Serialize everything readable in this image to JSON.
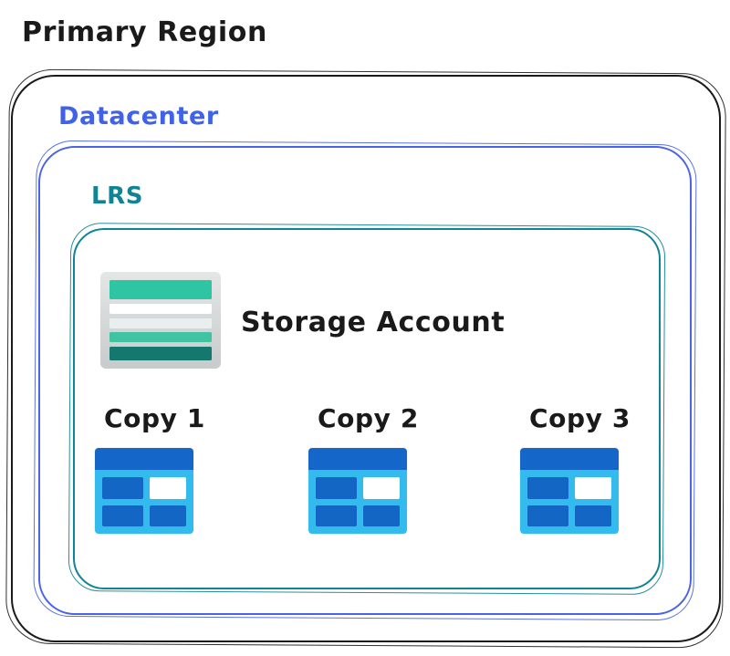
{
  "diagram": {
    "title": "Primary Region",
    "datacenter": {
      "label": "Datacenter"
    },
    "lrs": {
      "label": "LRS"
    },
    "storage_account": {
      "label": "Storage Account"
    },
    "copies": [
      {
        "label": "Copy 1"
      },
      {
        "label": "Copy 2"
      },
      {
        "label": "Copy 3"
      }
    ],
    "colors": {
      "region_border": "#1a1a1a",
      "datacenter_accent": "#4a63e7",
      "lrs_accent": "#0e8494",
      "table_header_blue": "#1467c8",
      "table_body_cyan": "#33bbee",
      "table_cell_dark_blue": "#1366c4",
      "storage_mint_teal": "#2dc5a2",
      "storage_dark_teal": "#15786e"
    }
  }
}
